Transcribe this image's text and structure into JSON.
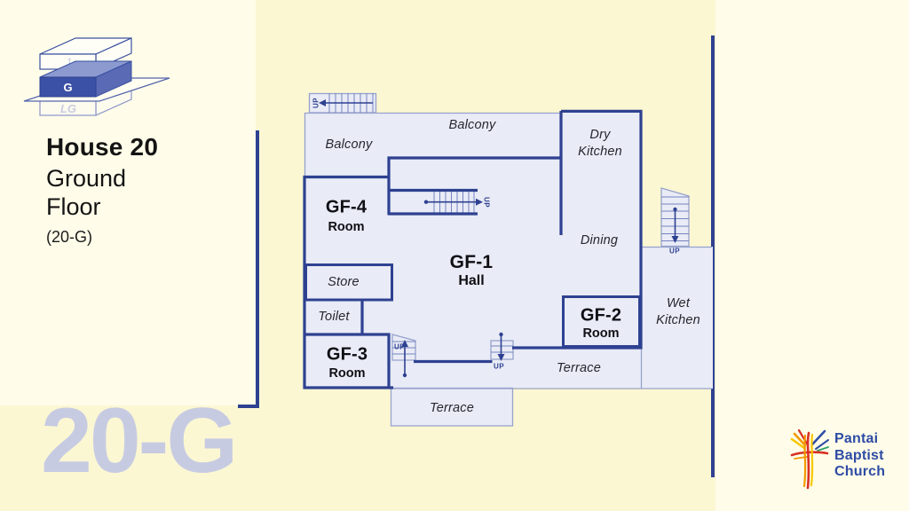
{
  "slide": {
    "header": {
      "title": "House 20",
      "subtitle": "Ground Floor",
      "code": "(20-G)"
    },
    "floor_stack_icon": {
      "upper": "1",
      "current": "G",
      "lower": "LG"
    },
    "watermark": "20-G",
    "floorplan": {
      "up": "UP",
      "balcony_left": "Balcony",
      "balcony_top": "Balcony",
      "dry_kitchen": "Dry Kitchen",
      "dining": "Dining",
      "gf1_code": "GF-1",
      "gf1_type": "Hall",
      "gf2_code": "GF-2",
      "gf2_type": "Room",
      "gf3_code": "GF-3",
      "gf3_type": "Room",
      "gf4_code": "GF-4",
      "gf4_type": "Room",
      "store": "Store",
      "toilet": "Toilet",
      "wet_kitchen": "Wet Kitchen",
      "terrace_right": "Terrace",
      "terrace_bottom": "Terrace"
    },
    "logo": {
      "name_line1": "Pantai",
      "name_line2": "Baptist",
      "name_line3": "Church"
    },
    "colors": {
      "background": "#FBF7D3",
      "panel": "#FFFDE9",
      "plan_fill": "#E9EBF6",
      "wall": "#2E4191",
      "thin_line": "#97A2CC",
      "watermark": "#C7CBE2",
      "logo_text": "#2E4BA4",
      "floor_highlight": "#3B51A5"
    }
  }
}
